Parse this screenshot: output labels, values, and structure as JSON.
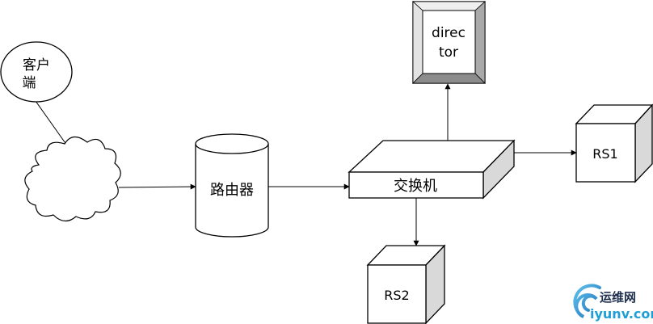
{
  "nodes": {
    "client": {
      "line1": "客户",
      "line2": "端"
    },
    "router": {
      "label": "路由器"
    },
    "switch": {
      "label": "交换机"
    },
    "director": {
      "line1": "direc",
      "line2": "tor"
    },
    "rs1": {
      "label": "RS1"
    },
    "rs2": {
      "label": "RS2"
    }
  },
  "watermark": {
    "title": "运维网",
    "url": "iyunv.com"
  }
}
